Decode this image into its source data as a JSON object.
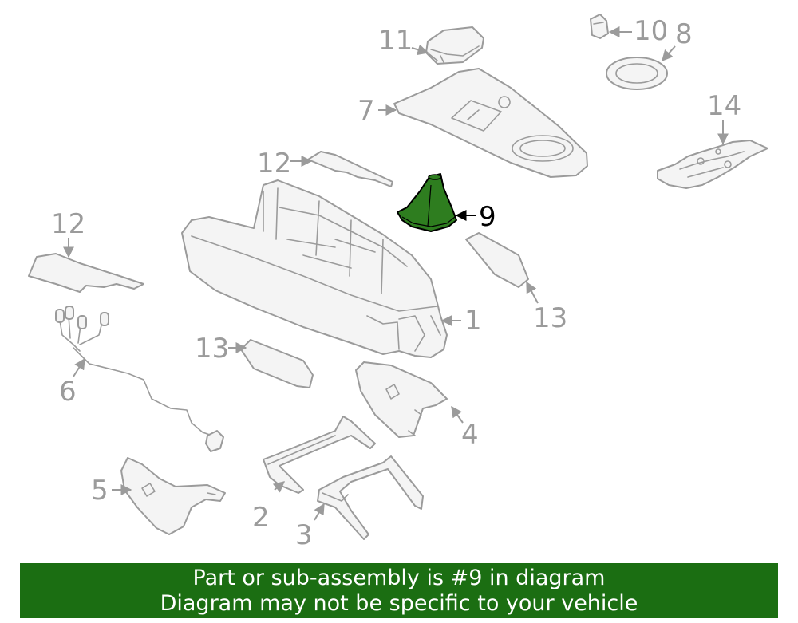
{
  "callouts": {
    "c1": "1",
    "c2": "2",
    "c3": "3",
    "c4": "4",
    "c5": "5",
    "c6": "6",
    "c7": "7",
    "c8": "8",
    "c9": "9",
    "c10": "10",
    "c11": "11",
    "c12a": "12",
    "c12b": "12",
    "c13a": "13",
    "c13b": "13",
    "c14": "14"
  },
  "highlight": {
    "part_number": "9",
    "color": "#2e7d1f",
    "banner_color": "#1b6e12"
  },
  "banner": {
    "line1": "Part or sub-assembly is #9 in diagram",
    "line2": "Diagram may not be specific to your vehicle"
  }
}
